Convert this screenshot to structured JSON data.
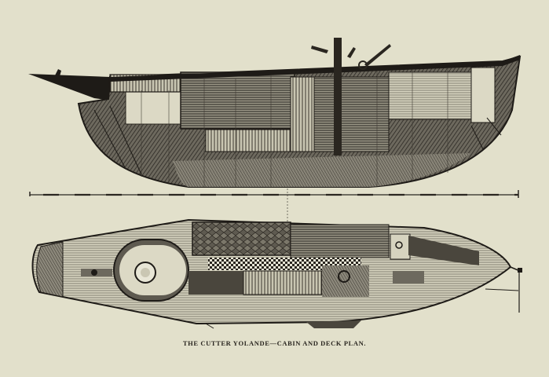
{
  "plate": {
    "background_color": "#e2e0cb",
    "ink_color": "#1e1b17",
    "caption": "THE CUTTER YOLANDE—CABIN AND DECK PLAN."
  },
  "drawings": [
    {
      "name": "longitudinal-section",
      "description": "Side cutaway section of the cutter hull showing cabin interior"
    },
    {
      "name": "deck-plan",
      "description": "Top-down deck plan of the cutter showing cabin layout"
    }
  ],
  "scale_bar": {
    "present": true
  }
}
